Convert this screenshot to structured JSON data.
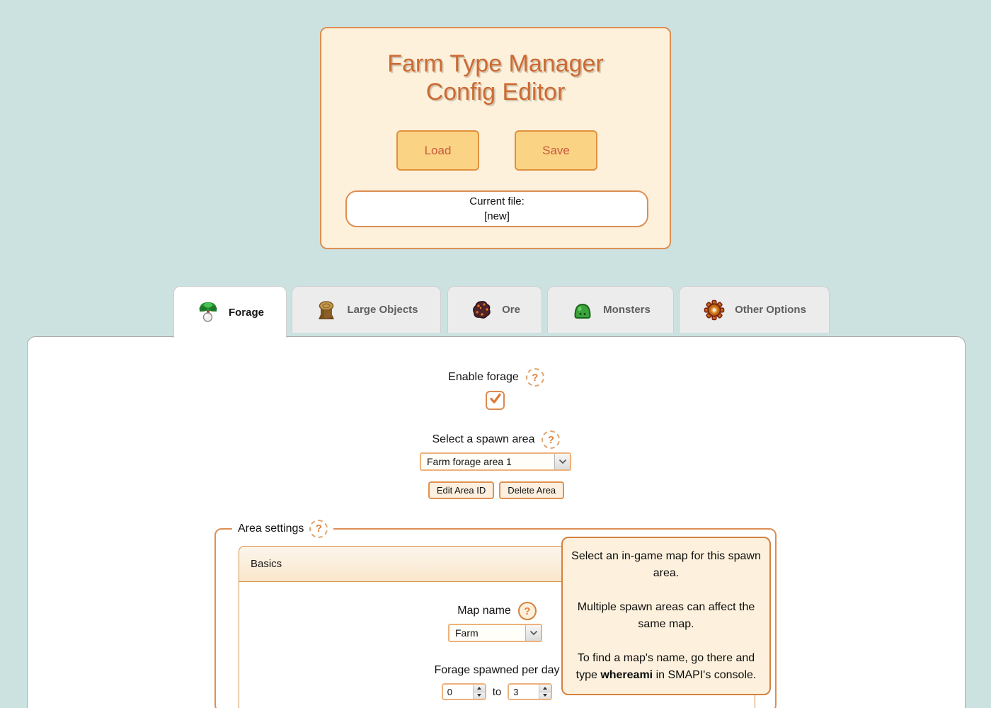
{
  "help_glyph": "?",
  "colors": {
    "page_background": "#cbe2e1",
    "card_background": "#fdf1dc",
    "accent_orange_border": "#dd8e53",
    "button_fill": "#fbd384",
    "title_orange": "#cd6a33",
    "tab_inactive": "#ececec",
    "panel_white": "#ffffff"
  },
  "header": {
    "title_line1": "Farm Type Manager",
    "title_line2": "Config Editor",
    "load_label": "Load",
    "save_label": "Save",
    "current_file_label": "Current file:",
    "current_file_value": "[new]"
  },
  "tabs": [
    {
      "label": "Forage",
      "icon": "forage-icon",
      "active": true
    },
    {
      "label": "Large Objects",
      "icon": "stump-icon",
      "active": false
    },
    {
      "label": "Ore",
      "icon": "ore-icon",
      "active": false
    },
    {
      "label": "Monsters",
      "icon": "slime-icon",
      "active": false
    },
    {
      "label": "Other Options",
      "icon": "gear-icon",
      "active": false
    }
  ],
  "main": {
    "enable_label": "Enable forage",
    "enable_checked": true,
    "spawn_area_label": "Select a spawn area",
    "spawn_area_value": "Farm forage area 1",
    "edit_area_button": "Edit Area ID",
    "delete_area_button": "Delete Area"
  },
  "area": {
    "legend": "Area settings",
    "basics_header": "Basics",
    "map_name_label": "Map name",
    "map_name_value": "Farm",
    "per_day_label": "Forage spawned per day",
    "min_value": "0",
    "to_label": "to",
    "max_value": "3"
  },
  "tooltip": {
    "p1": "Select an in-game map for this spawn area.",
    "p2": "Multiple spawn areas can affect the same map.",
    "p3_before": "To find a map's name, go there and type ",
    "p3_bold": "whereami",
    "p3_after": " in SMAPI's console."
  }
}
